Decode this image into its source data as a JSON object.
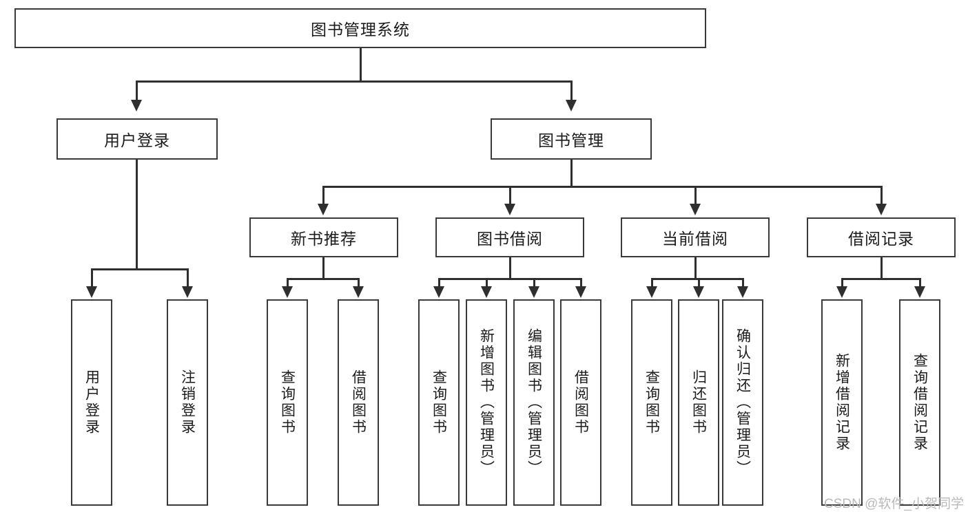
{
  "diagram": {
    "type": "tree-hierarchy-chart",
    "title": "图书管理系统",
    "watermark": "CSDN @软件_小贺同学",
    "colors": {
      "box_border": "#3a3a3a",
      "connector": "#2f2f2f",
      "background": "#ffffff",
      "text": "#1b1b1b",
      "watermark": "#b9b9b9"
    },
    "root": {
      "label": "图书管理系统",
      "orientation": "horizontal"
    },
    "level2": [
      {
        "label": "用户登录",
        "orientation": "horizontal"
      },
      {
        "label": "图书管理",
        "orientation": "horizontal"
      }
    ],
    "level3": [
      {
        "label": "新书推荐",
        "orientation": "horizontal"
      },
      {
        "label": "图书借阅",
        "orientation": "horizontal"
      },
      {
        "label": "当前借阅",
        "orientation": "horizontal"
      },
      {
        "label": "借阅记录",
        "orientation": "horizontal"
      }
    ],
    "leaves": {
      "user_login": [
        {
          "label": "用户登录",
          "orientation": "vertical"
        },
        {
          "label": "注销登录",
          "orientation": "vertical"
        }
      ],
      "new_book_recommend": [
        {
          "label": "查询图书",
          "orientation": "vertical"
        },
        {
          "label": "借阅图书",
          "orientation": "vertical"
        }
      ],
      "book_borrow": [
        {
          "label": "查询图书",
          "orientation": "vertical"
        },
        {
          "label": "新增图书（管理员）",
          "orientation": "vertical"
        },
        {
          "label": "编辑图书（管理员）",
          "orientation": "vertical"
        },
        {
          "label": "借阅图书",
          "orientation": "vertical"
        }
      ],
      "current_borrow": [
        {
          "label": "查询图书",
          "orientation": "vertical"
        },
        {
          "label": "归还图书",
          "orientation": "vertical"
        },
        {
          "label": "确认归还（管理员）",
          "orientation": "vertical"
        }
      ],
      "borrow_record": [
        {
          "label": "新增借阅记录",
          "orientation": "vertical"
        },
        {
          "label": "查询借阅记录",
          "orientation": "vertical"
        }
      ]
    }
  }
}
